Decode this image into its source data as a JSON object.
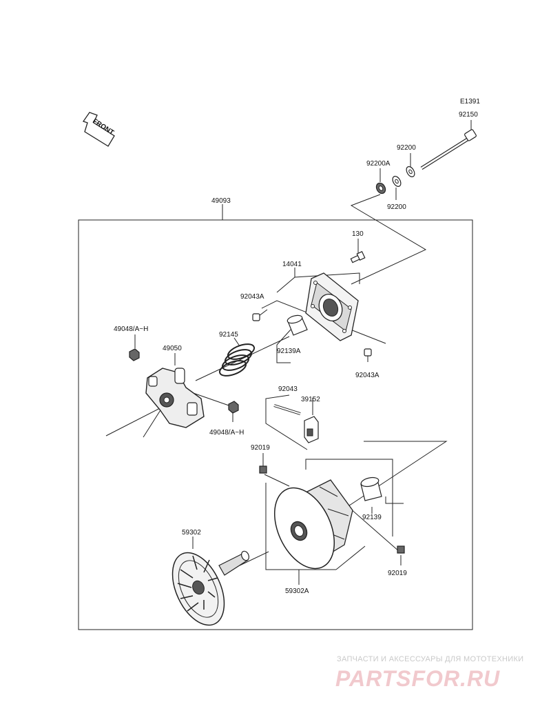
{
  "front_marker": {
    "label": "FRONT"
  },
  "labels": {
    "e1391": "E1391",
    "p92150": "92150",
    "p92200_top": "92200",
    "p92200A": "92200A",
    "p92200_bottom": "92200",
    "p49093": "49093",
    "p130": "130",
    "p14041": "14041",
    "p92043A_top": "92043A",
    "p92145": "92145",
    "p49048_top": "49048/A~H",
    "p49050": "49050",
    "p92139A": "92139A",
    "p92043A_bottom": "92043A",
    "p49048_bottom": "49048/A~H",
    "p92043": "92043",
    "p39152": "39152",
    "p92019_top": "92019",
    "p92139": "92139",
    "p59302": "59302",
    "p59302A": "59302A",
    "p92019_bottom": "92019"
  },
  "watermark": {
    "caption": "ЗАПЧАСТИ И АКСЕССУАРЫ ДЛЯ МОТОТЕХНИКИ",
    "logo": "PARTSFOR.RU"
  }
}
